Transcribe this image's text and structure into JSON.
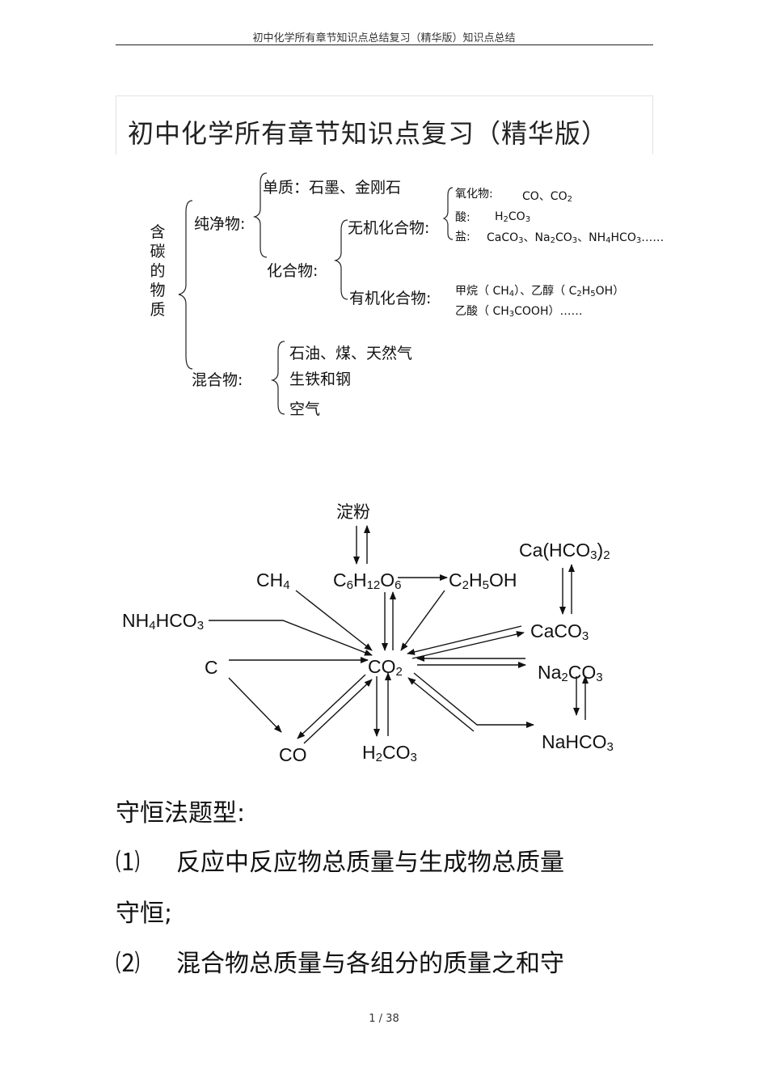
{
  "header": {
    "running_title": "初中化学所有章节知识点总结复习（精华版）知识点总结"
  },
  "title": "初中化学所有章节知识点复习（精华版）",
  "tree": {
    "root": "含碳的物质",
    "pure": "纯净物:",
    "element": "单质：石墨、金刚石",
    "compound": "化合物:",
    "inorganic": "无机化合物:",
    "oxide_label": "氧化物:",
    "oxide_value": "CO、CO",
    "acid_label": "酸:",
    "acid_value": "H",
    "salt_label": "盐:",
    "salt_value": "CaCO",
    "organic": "有机化合物:",
    "organic_line1": "甲烷（ CH",
    "organic_line2": "乙酸（ CH",
    "mixture": "混合物:",
    "mix1": "石油、煤、天然气",
    "mix2": "生铁和钢",
    "mix3": "空气"
  },
  "diagram": {
    "starch": "淀粉",
    "ch4": "CH",
    "glucose": "C",
    "ethanol": "C",
    "ca_bicarb": "Ca(HCO",
    "nh4hco3": "NH",
    "caco3": "CaCO",
    "c": "C",
    "co2": "CO",
    "na2co3": "Na",
    "co": "CO",
    "h2co3": "H",
    "nahco3": "NaHCO"
  },
  "section": {
    "title": "守恒法题型:",
    "item1_num": "⑴",
    "item1_text": "反应中反应物总质量与生成物总质量",
    "item1_cont": "守恒;",
    "item2_num": "⑵",
    "item2_text": "混合物总质量与各组分的质量之和守"
  },
  "footer": {
    "page": "1 / 38"
  }
}
